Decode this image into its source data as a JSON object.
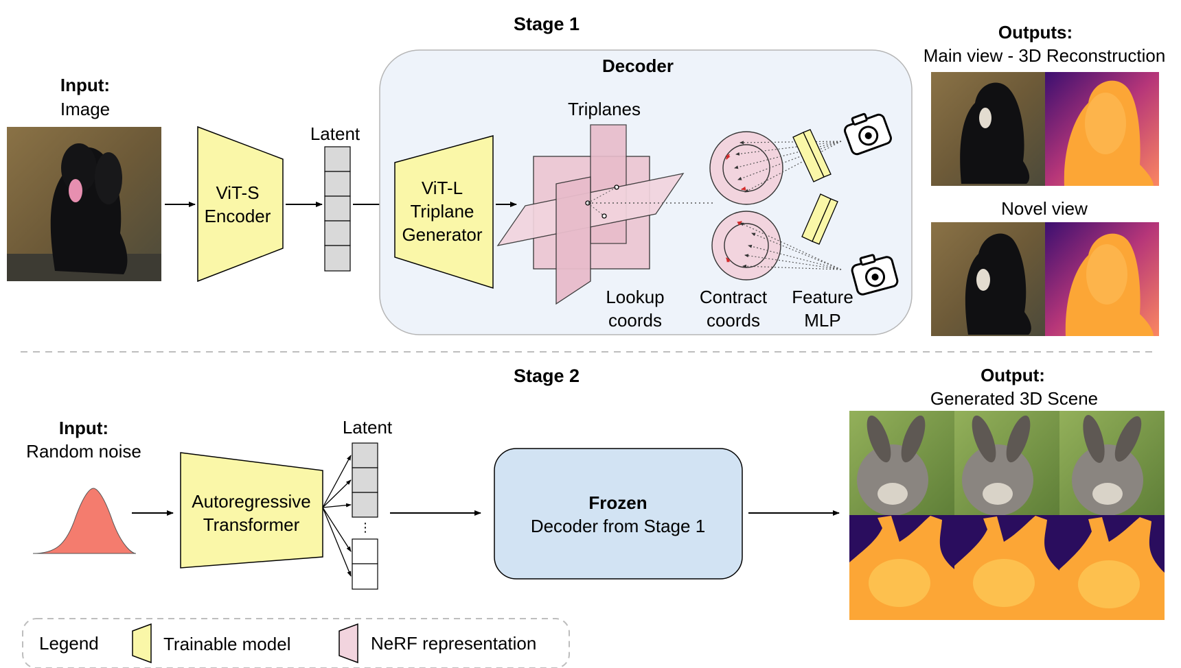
{
  "stage1": {
    "title": "Stage 1",
    "input_label": "Input:",
    "input_sub": "Image",
    "encoder": [
      "ViT-S",
      "Encoder"
    ],
    "latent_label": "Latent",
    "decoder_title": "Decoder",
    "generator": [
      "ViT-L",
      "Triplane",
      "Generator"
    ],
    "triplanes_label": "Triplanes",
    "lookup": [
      "Lookup",
      "coords"
    ],
    "contract": [
      "Contract",
      "coords"
    ],
    "feature": [
      "Feature",
      "MLP"
    ],
    "outputs_label": "Outputs:",
    "main_view": "Main view - 3D Reconstruction",
    "novel_view": "Novel view"
  },
  "stage2": {
    "title": "Stage 2",
    "input_label": "Input:",
    "input_sub": "Random noise",
    "transformer": [
      "Autoregressive",
      "Transformer"
    ],
    "latent_label": "Latent",
    "frozen_title": "Frozen",
    "frozen_sub": "Decoder from Stage 1",
    "output_label": "Output:",
    "output_sub": "Generated 3D Scene"
  },
  "legend": {
    "title": "Legend",
    "trainable": "Trainable model",
    "nerf": "NeRF representation"
  },
  "colors": {
    "trainable_fill": "#faf7a8",
    "nerf_fill": "#f2d4de",
    "decoder_bg": "#eef3fa",
    "frozen_fill": "#d2e3f3",
    "latent_cell": "#d9d9d9",
    "noise_curve": "#f47c6e",
    "ray_red": "#d22b2b"
  }
}
